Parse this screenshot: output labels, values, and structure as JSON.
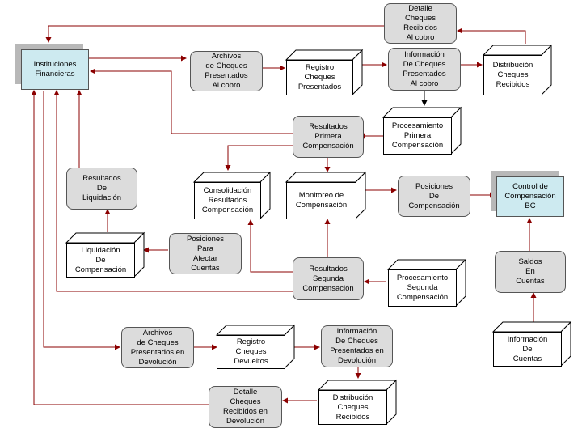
{
  "nodes": {
    "instituciones": "Instituciones\nFinancieras",
    "archivos_cobro": "Archivos\nde Cheques\nPresentados\nAl cobro",
    "registro_presentados": "Registro\nCheques\nPresentados",
    "info_presentados": "Información\nDe Cheques\nPresentados\nAl cobro",
    "distribucion_recibidos": "Distribución\nCheques\nRecibidos",
    "detalle_cobro": "Detalle\nCheques\nRecibidos\nAl cobro",
    "proc_primera": "Procesamiento\nPrimera\nCompensación",
    "resultados_primera": "Resultados\nPrimera\nCompensación",
    "resultados_liquidacion": "Resultados\nDe\nLiquidación",
    "consolidacion": "Consolidación\nResultados\nCompensación",
    "monitoreo": "Monitoreo de\nCompensación",
    "posiciones": "Posiciones\nDe\nCompensación",
    "control_bc": "Control de\nCompensación\nBC",
    "posiciones_afectar": "Posiciones\nPara\nAfectar\nCuentas",
    "liquidacion": "Liquidación\nDe\nCompensación",
    "resultados_segunda": "Resultados\nSegunda\nCompensación",
    "proc_segunda": "Procesamiento\nSegunda\nCompensación",
    "saldos": "Saldos\nEn\nCuentas",
    "info_cuentas": "Información\nDe\nCuentas",
    "archivos_devolucion": "Archivos\nde Cheques\nPresentados en\nDevolución",
    "registro_devueltos": "Registro\nCheques\nDevueltos",
    "info_devolucion": "Información\nDe Cheques\nPresentados en\nDevolución",
    "distribucion_devolucion": "Distribución\nCheques\nRecibidos",
    "detalle_devolucion": "Detalle\nCheques\nRecibidos en\nDevolución"
  },
  "colors": {
    "arrow": "#8b0000",
    "arrow_dark": "#000000",
    "rounded_fill": "#dcdcdc",
    "cyan_fill": "#cdeaf0"
  }
}
